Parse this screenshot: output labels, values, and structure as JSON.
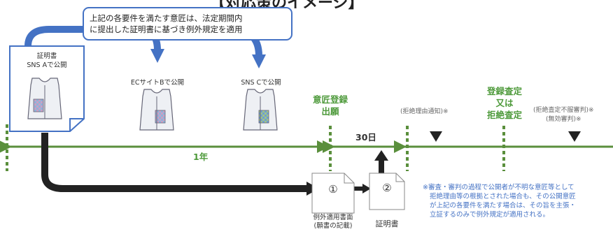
{
  "title": "【対応策のイメージ】",
  "callout": {
    "line1": "上記の各要件を満たす意匠は、法定期間内",
    "line2": "に提出した証明書に基づき例外規定を適用"
  },
  "disclosures": [
    {
      "line1": "証明書",
      "line2": "SNS Aで公開"
    },
    {
      "line1": "ECサイトBで公開"
    },
    {
      "line1": "SNS Cで公開"
    }
  ],
  "timeline": {
    "filing": {
      "line1": "意匠登録",
      "line2": "出願"
    },
    "period_1": "1年",
    "period_2": "30日",
    "refusal_notice": "(拒絶理由通知)※",
    "decision": {
      "line1": "登録査定",
      "line2": "又は",
      "line3": "拒絶査定"
    },
    "appeal": {
      "line1": "(拒絶査定不服審判)※",
      "line2": "(無効審判)※"
    }
  },
  "documents": {
    "doc1_mark": "①",
    "doc1_line1": "例外適用書面",
    "doc1_line2": "(願書の記載)",
    "doc2_mark": "②",
    "doc2_label": "証明書"
  },
  "note": {
    "line1": "※審査・審判の過程で公開者が不明な意匠等として",
    "line2": "拒絶理由等の根拠とされた場合も、その公開意匠",
    "line3": "が上記の各要件を満たす場合は、その旨を主張・",
    "line4": "立証するのみで例外規定が適用される。"
  },
  "colors": {
    "green": "#5a8f3c",
    "blue": "#4472c4",
    "arrow": "#222222"
  }
}
